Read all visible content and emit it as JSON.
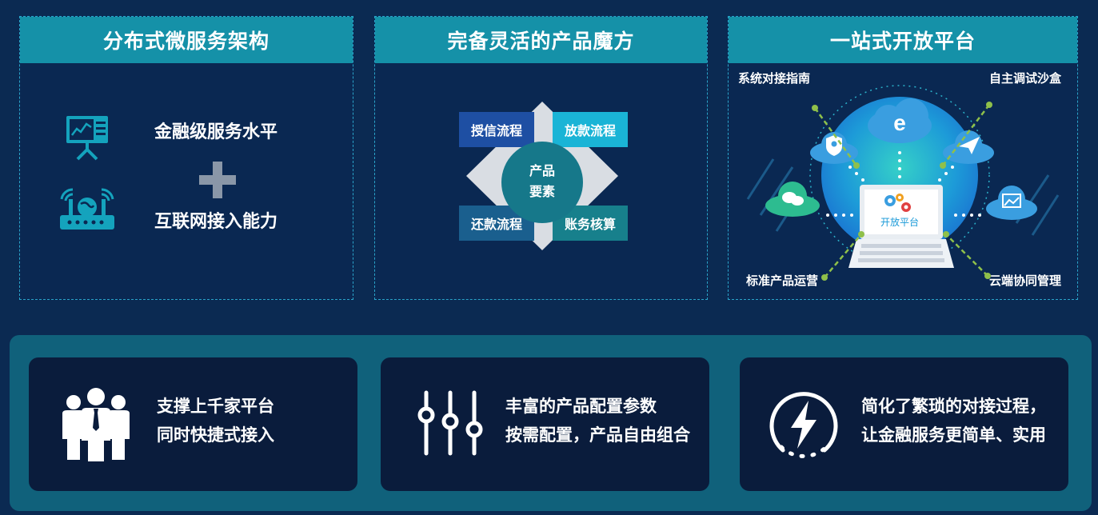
{
  "panels": {
    "architecture": {
      "title": "分布式微服务架构",
      "line1": "金融级服务水平",
      "line2": "互联网接入能力"
    },
    "product": {
      "title": "完备灵活的产品魔方",
      "quads": [
        "授信流程",
        "放款流程",
        "还款流程",
        "账务核算"
      ],
      "center_line1": "产品",
      "center_line2": "要素"
    },
    "platform": {
      "title": "一站式开放平台",
      "labels": {
        "top_left": "系统对接指南",
        "top_right": "自主调试沙盒",
        "bottom_left": "标准产品运营",
        "bottom_right": "云端协同管理"
      },
      "screen_text": "开放平台"
    }
  },
  "cards": [
    {
      "line1": "支撑上千家平台",
      "line2": "同时快捷式接入"
    },
    {
      "line1": "丰富的产品配置参数",
      "line2": "按需配置，产品自由组合"
    },
    {
      "line1": "简化了繁琐的对接过程，",
      "line2": "让金融服务更简单、实用"
    }
  ],
  "colors": {
    "background": "#0b2a52",
    "header": "#1591a8",
    "band": "#10617b",
    "card": "#0a1c3c",
    "quad_blue": "#1e4fa3",
    "quad_cyan": "#1ab4d6",
    "quad_teal": "#17808c",
    "accent_green": "#8fc04a"
  },
  "icons": [
    "presentation-board-icon",
    "router-globe-icon",
    "plus-icon",
    "browser-e-icon",
    "shield-user-icon",
    "paper-plane-icon",
    "chat-bubble-icon",
    "image-icon",
    "gear-icon",
    "people-group-icon",
    "sliders-icon",
    "lightning-icon"
  ]
}
